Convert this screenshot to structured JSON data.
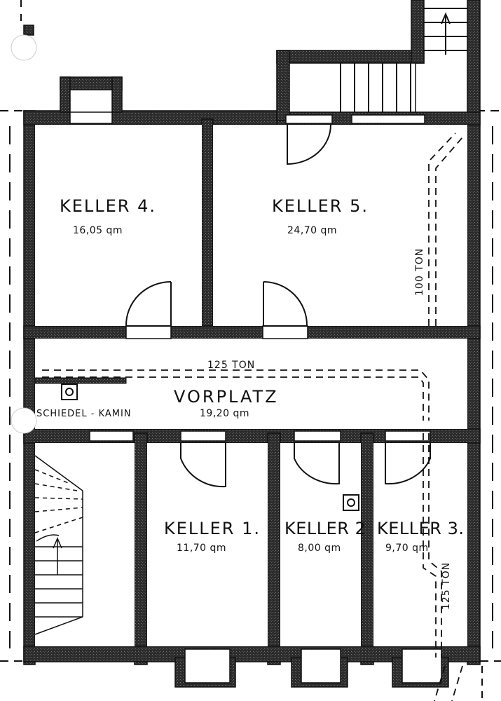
{
  "plan": {
    "rooms": [
      {
        "id": "keller-4",
        "name": "KELLER  4.",
        "area": "16,05 qm"
      },
      {
        "id": "keller-5",
        "name": "KELLER  5.",
        "area": "24,70 qm"
      },
      {
        "id": "vorplatz",
        "name": "VORPLATZ",
        "area": "19,20 qm"
      },
      {
        "id": "keller-1",
        "name": "KELLER  1.",
        "area": "11,70 qm"
      },
      {
        "id": "keller-2",
        "name": "KELLER 2",
        "area": "8,00 qm"
      },
      {
        "id": "keller-3",
        "name": "KELLER 3.",
        "area": "9,70 qm"
      }
    ],
    "annotations": {
      "chimney": "SCHIEDEL - KAMIN",
      "duct_top": "125 TON",
      "duct_right": "100 TON",
      "duct_lower": "125 TON"
    }
  },
  "colors": {
    "wall": "#1a1a1a",
    "wall_fill": "#3a3a3a",
    "ink": "#111111",
    "paper": "#ffffff"
  }
}
